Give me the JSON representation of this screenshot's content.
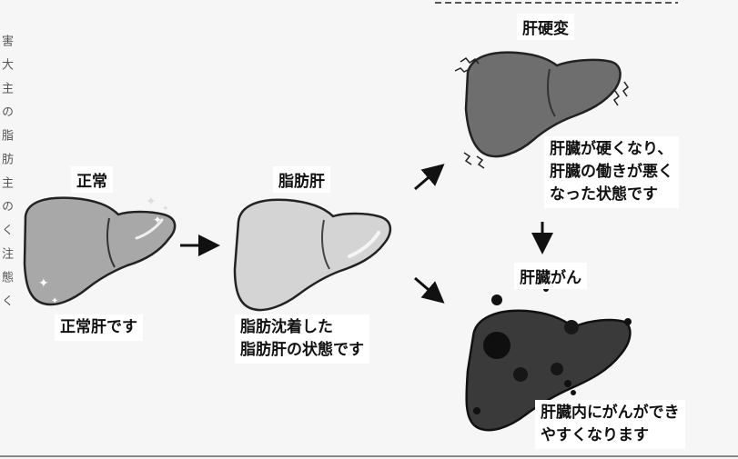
{
  "side_text": "害大主の脂肪主のく注態く",
  "stages": {
    "normal": {
      "title": "正常",
      "caption": "正常肝です"
    },
    "fatty": {
      "title": "脂肪肝",
      "caption": "脂肪沈着した\n脂肪肝の状態です"
    },
    "cirrhosis": {
      "title": "肝硬変",
      "caption": "肝臓が硬くなり、\n肝臓の働きが悪く\nなった状態です"
    },
    "cancer": {
      "title": "肝臓がん",
      "caption": "肝臓内にがんができ\nやすくなります"
    }
  },
  "colors": {
    "background": "#f6f6f6",
    "normal_liver": "#a8a8a8",
    "fatty_liver": "#d4d4d4",
    "cirrhosis_liver": "#6e6e6e",
    "cancer_liver": "#3a3a3a"
  }
}
